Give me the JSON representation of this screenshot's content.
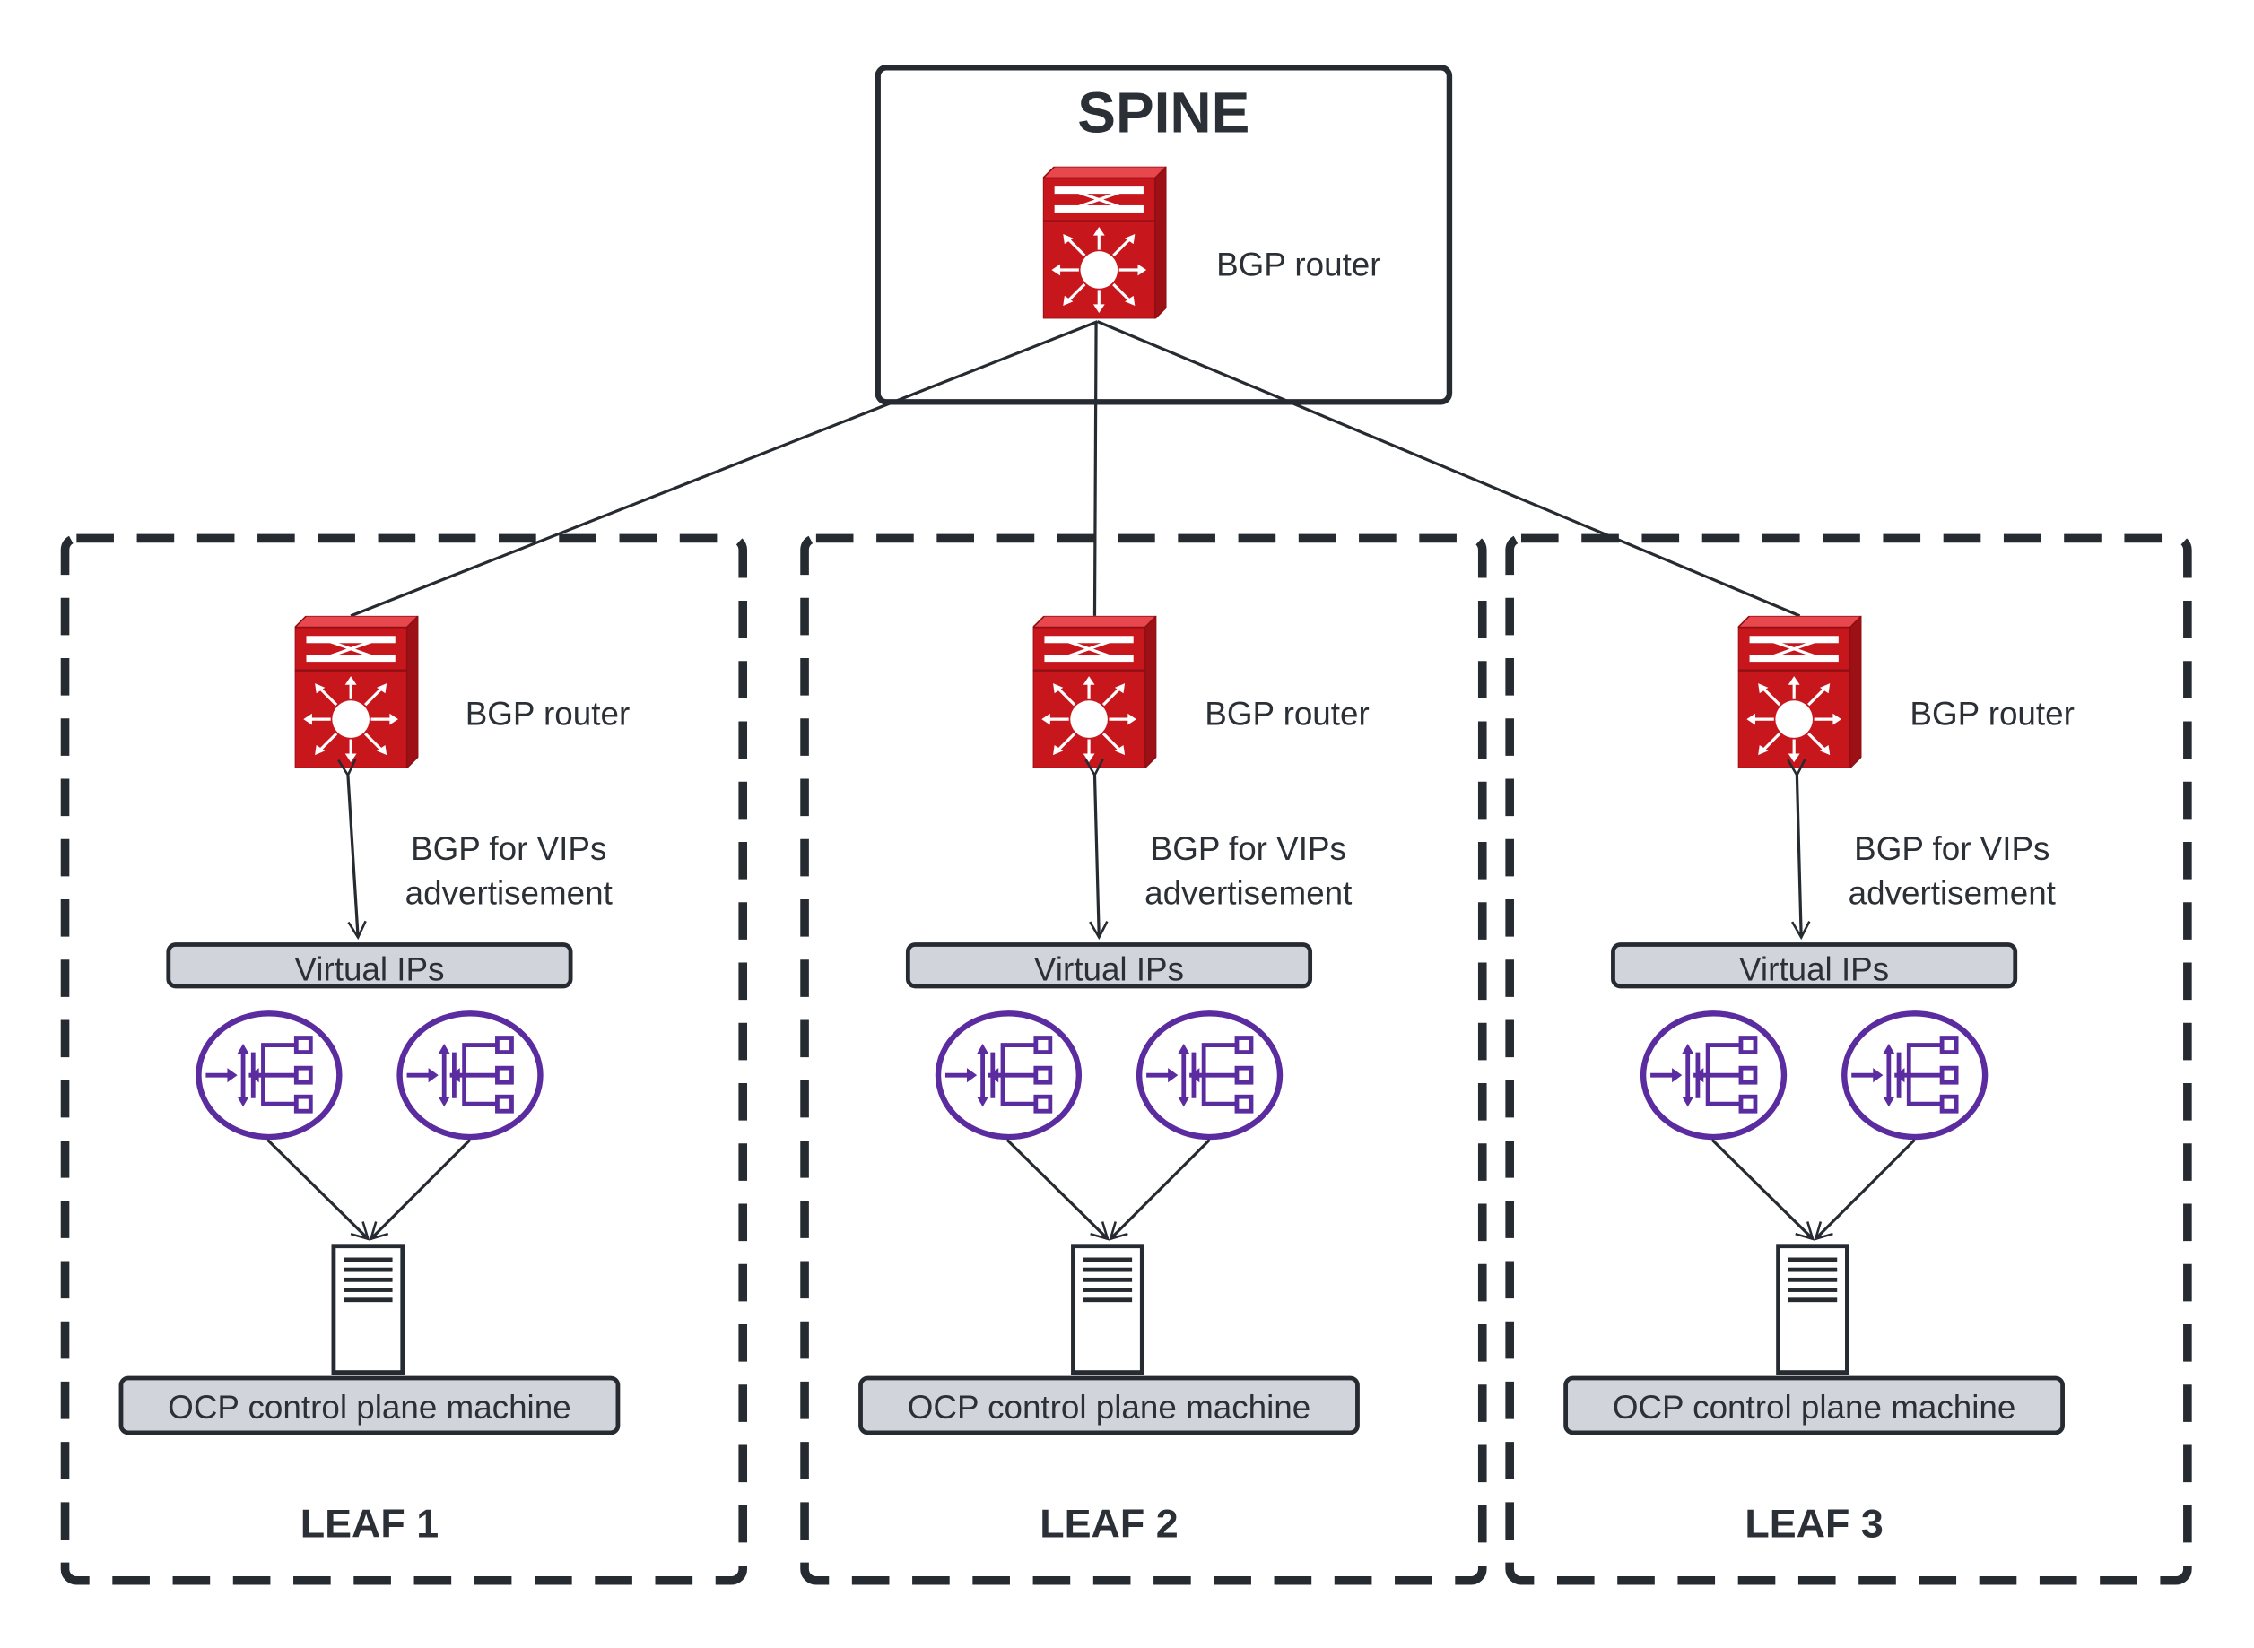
{
  "spine": {
    "title": "SPINE",
    "router_label": "BGP router"
  },
  "leaves": [
    {
      "title": "LEAF 1",
      "router_label": "BGP router",
      "bgp_line1": "BGP for VIPs",
      "bgp_line2": "advertisement",
      "vip_label": "Virtual IPs",
      "machine_label": "OCP control plane machine"
    },
    {
      "title": "LEAF 2",
      "router_label": "BGP router",
      "bgp_line1": "BGP for VIPs",
      "bgp_line2": "advertisement",
      "vip_label": "Virtual IPs",
      "machine_label": "OCP control plane machine"
    },
    {
      "title": "LEAF 3",
      "router_label": "BGP router",
      "bgp_line1": "BGP for VIPs",
      "bgp_line2": "advertisement",
      "vip_label": "Virtual IPs",
      "machine_label": "OCP control plane machine"
    }
  ],
  "icons": {
    "router": "router-icon",
    "load_balancer": "load-balancer-icon",
    "server": "server-icon"
  },
  "colors": {
    "router_red": "#c8161d",
    "lb_purple": "#5a2ca0",
    "label_box_fill": "#d1d5db",
    "stroke": "#262a31"
  }
}
